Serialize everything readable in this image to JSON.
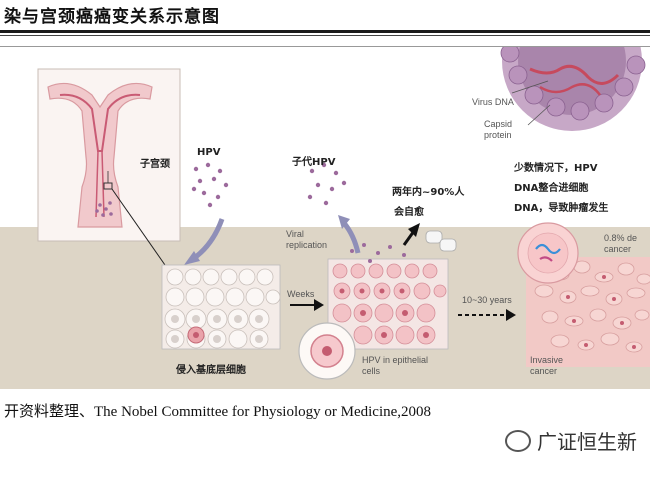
{
  "header": {
    "title": "染与宫颈癌癌变关系示意图"
  },
  "figure": {
    "labels": {
      "cervix": "子宫颈",
      "hpv": "HPV",
      "progeny_hpv": "子代HPV",
      "viral_replication": "Viral\nreplication",
      "weeks": "Weeks",
      "years": "10~30 years",
      "two_years": "两年内~90%人",
      "self_heal": "会自愈",
      "minority_1": "少数情况下，HPV",
      "minority_2": "DNA整合进细胞",
      "minority_3": "DNA，导致肿瘤发生",
      "virus_dna": "Virus DNA",
      "capsid_1": "Capsid",
      "capsid_2": "protein",
      "cancer_pct_1": "0.8% de",
      "cancer_pct_2": "cancer",
      "basal_invasion": "侵入基底层细胞",
      "hpv_epithelial_1": "HPV in epithelial",
      "hpv_epithelial_2": "cells",
      "invasive_1": "Invasive",
      "invasive_2": "cancer"
    }
  },
  "footer": {
    "source": "开资料整理、The Nobel Committee for Physiology or Medicine,2008",
    "watermark": "广证恒生新"
  },
  "colors": {
    "tissue": "#ddd5c6",
    "virus_dot": "#9c6a9c",
    "cell_pink": "#e9a9ae",
    "virus_purple": "#7e5a94",
    "title_rule": "#1a1a1a"
  }
}
